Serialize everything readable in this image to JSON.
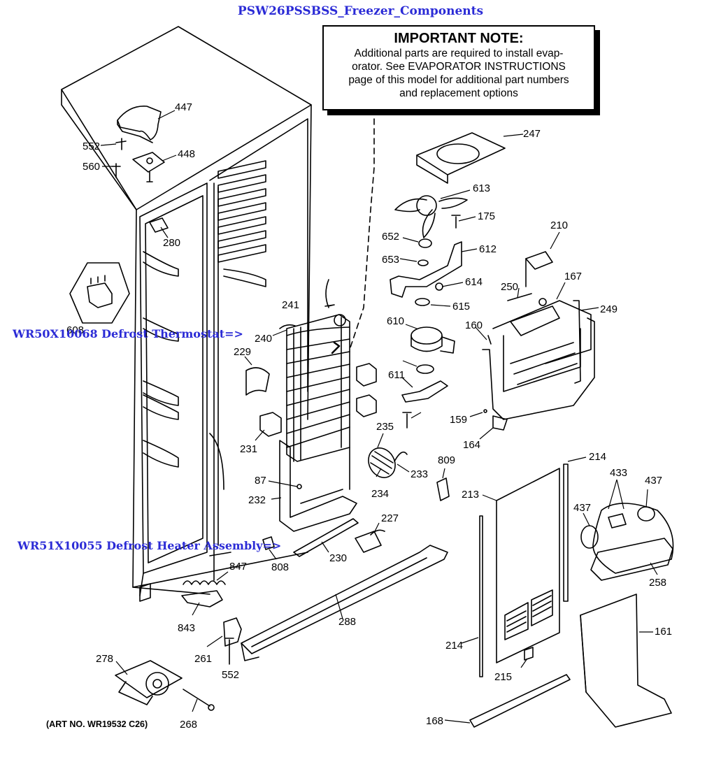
{
  "page": {
    "title": "PSW26PSSBSS_Freezer_Components",
    "art_no": "(ART NO. WR19532 C26)"
  },
  "note": {
    "title": "IMPORTANT NOTE:",
    "lines": [
      "Additional parts are required to install evap-",
      "orator.  See EVAPORATOR INSTRUCTIONS",
      "page of this model for additional part numbers",
      "and replacement options"
    ]
  },
  "links": {
    "defrost_thermostat": "WR50X10068 Defrost Thermostat=>",
    "defrost_heater": "WR51X10055 Defrost Heater Assembly=>"
  },
  "parts": [
    "447",
    "552",
    "448",
    "560",
    "280",
    "608",
    "241",
    "240",
    "229",
    "231",
    "87",
    "232",
    "247",
    "613",
    "175",
    "652",
    "612",
    "653",
    "614",
    "615",
    "610",
    "611",
    "235",
    "233",
    "234",
    "210",
    "167",
    "250",
    "249",
    "160",
    "159",
    "164",
    "809",
    "214",
    "433",
    "437",
    "213",
    "258",
    "227",
    "230",
    "808",
    "847",
    "843",
    "288",
    "261",
    "278",
    "268",
    "161",
    "215",
    "168"
  ]
}
